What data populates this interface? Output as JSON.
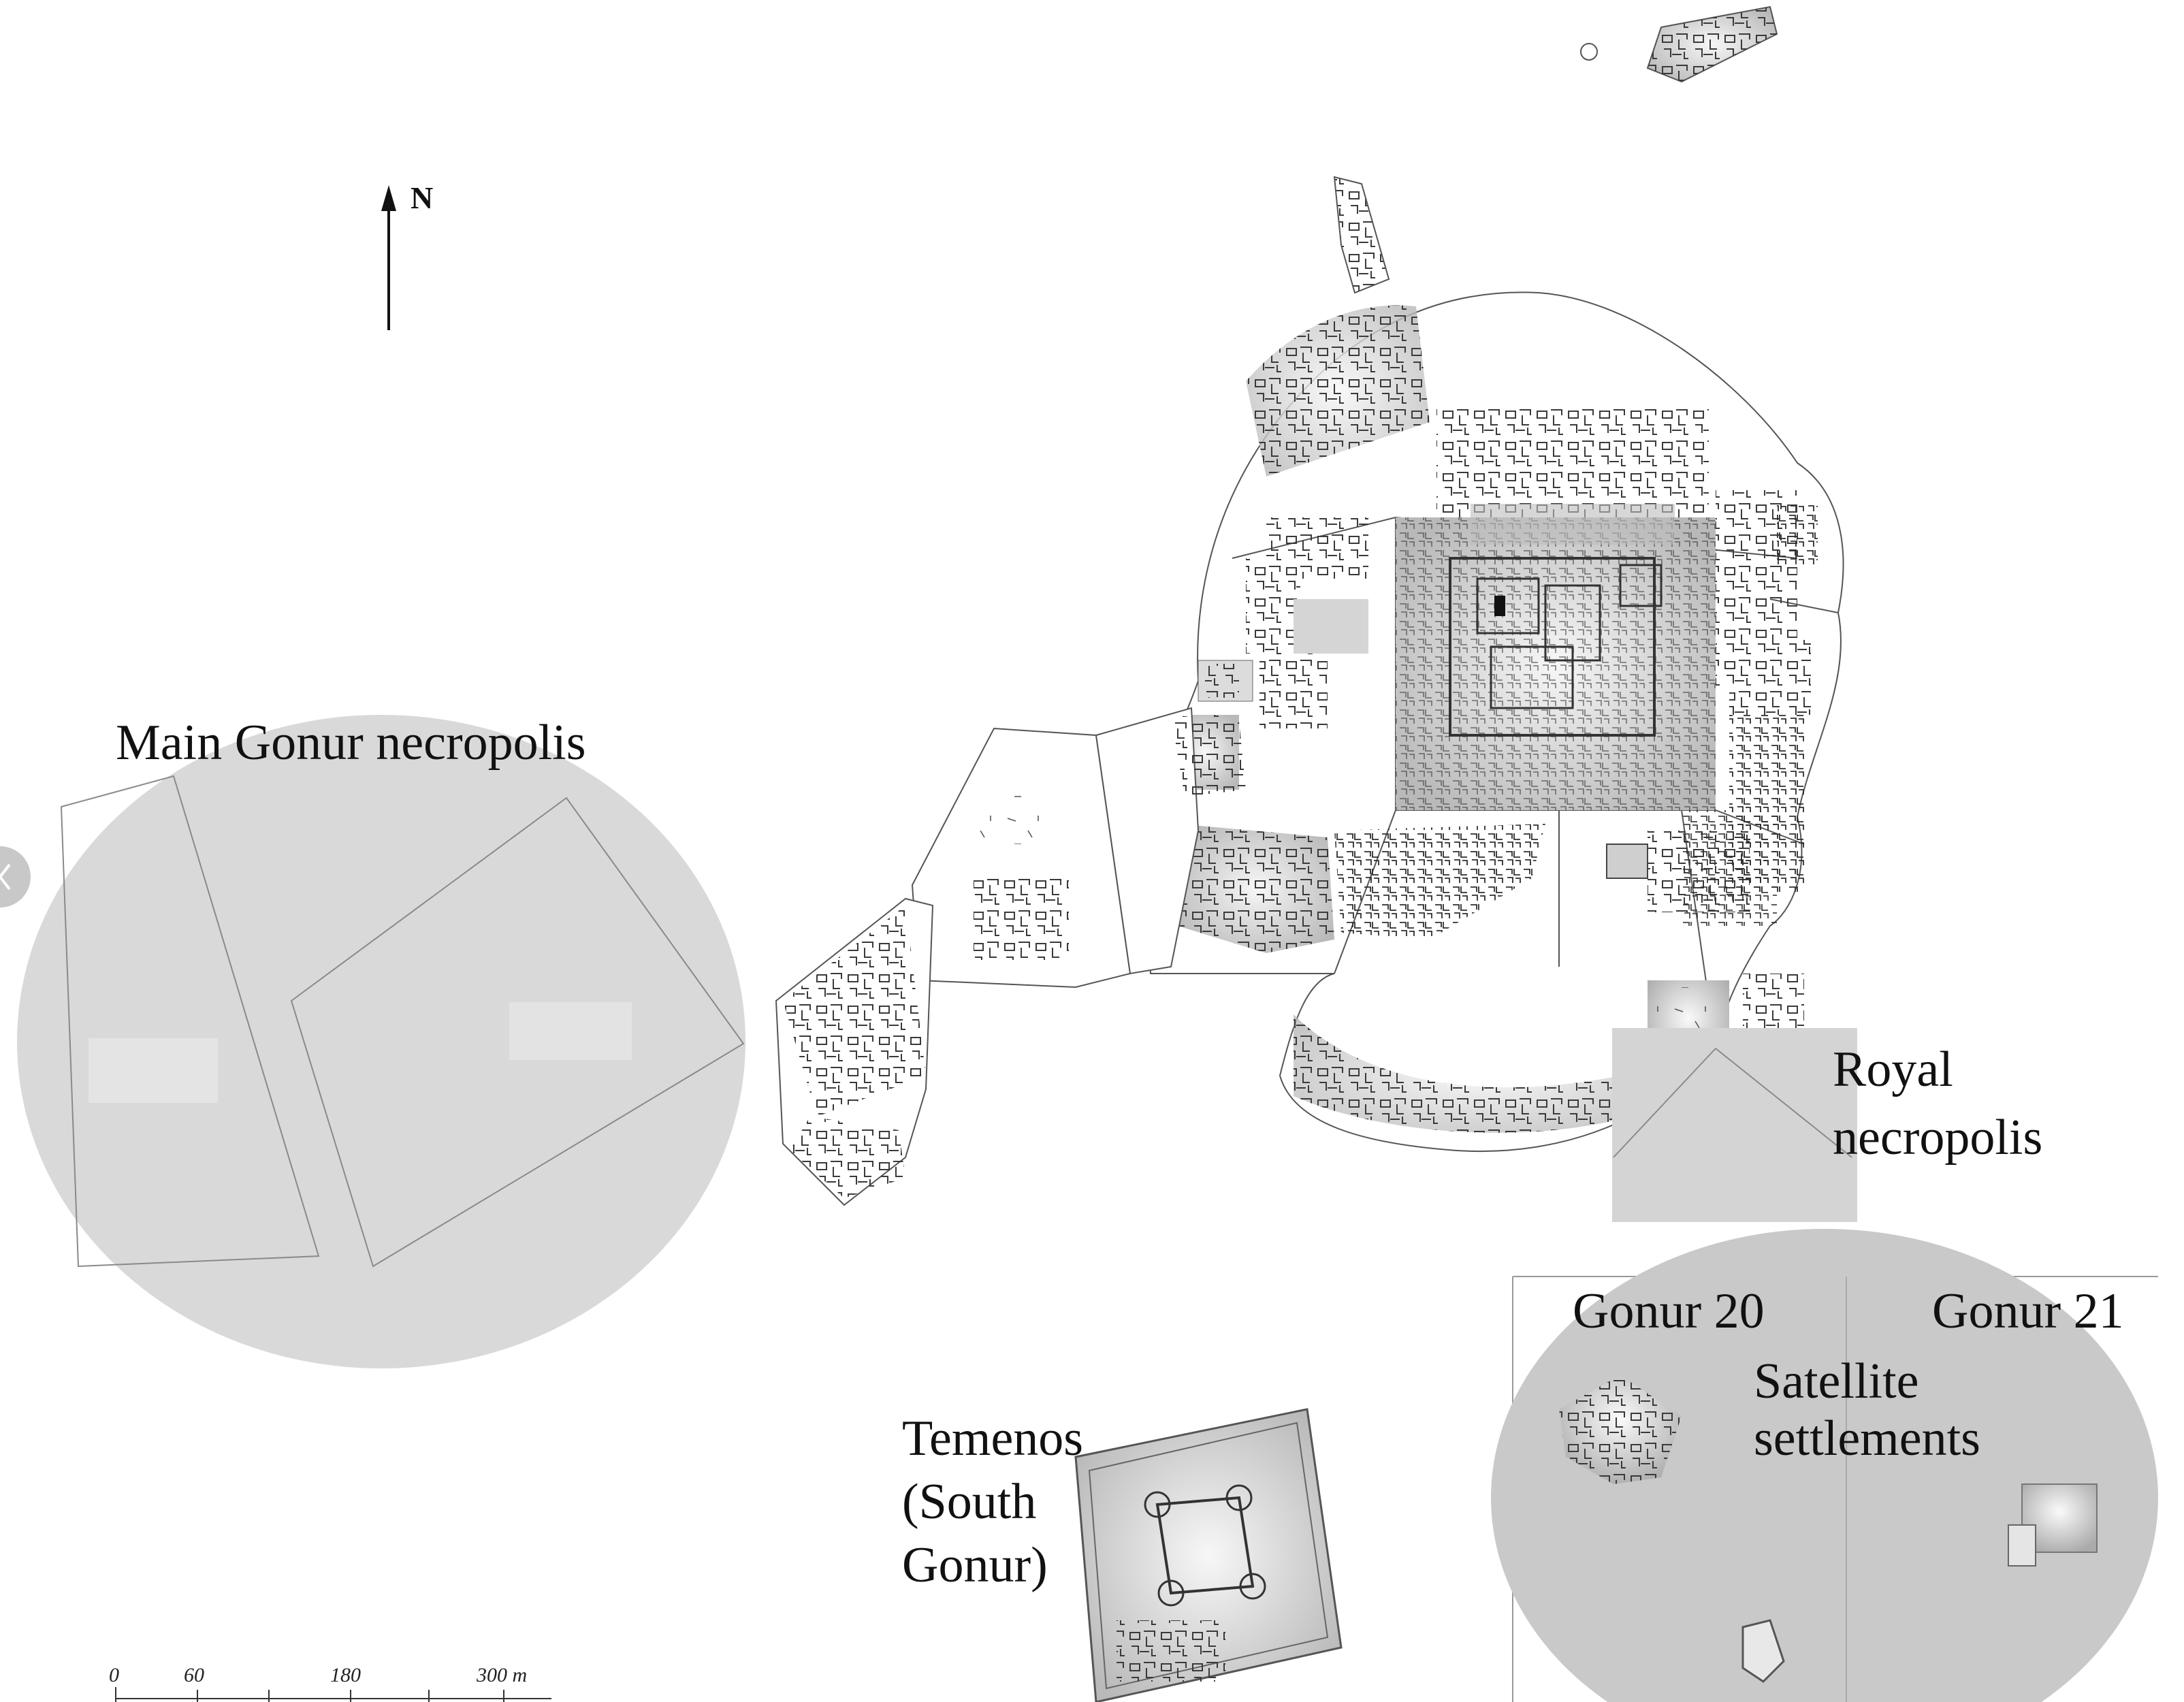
{
  "labels": {
    "north": "N",
    "main_necropolis": "Main Gonur necropolis",
    "royal_line1": "Royal",
    "royal_line2": "necropolis",
    "gonur20": "Gonur 20",
    "gonur21": "Gonur 21",
    "satellite_line1": "Satellite",
    "satellite_line2": "settlements",
    "temenos_line1": "Temenos",
    "temenos_line2": "(South",
    "temenos_line3": "Gonur)"
  },
  "scale_bar": {
    "ticks": [
      "0",
      "60",
      "180",
      "300 m"
    ]
  },
  "colors": {
    "background": "#ffffff",
    "main_necropolis_fill": "#d9d9d9",
    "satellite_fill": "#c9c9c9",
    "royal_fill": "#d4d4d4",
    "outline": "#555555",
    "structure": "#333333"
  },
  "icons": {
    "north_arrow": "arrow-up-icon",
    "left_edge_control": "chevron-left-icon"
  }
}
